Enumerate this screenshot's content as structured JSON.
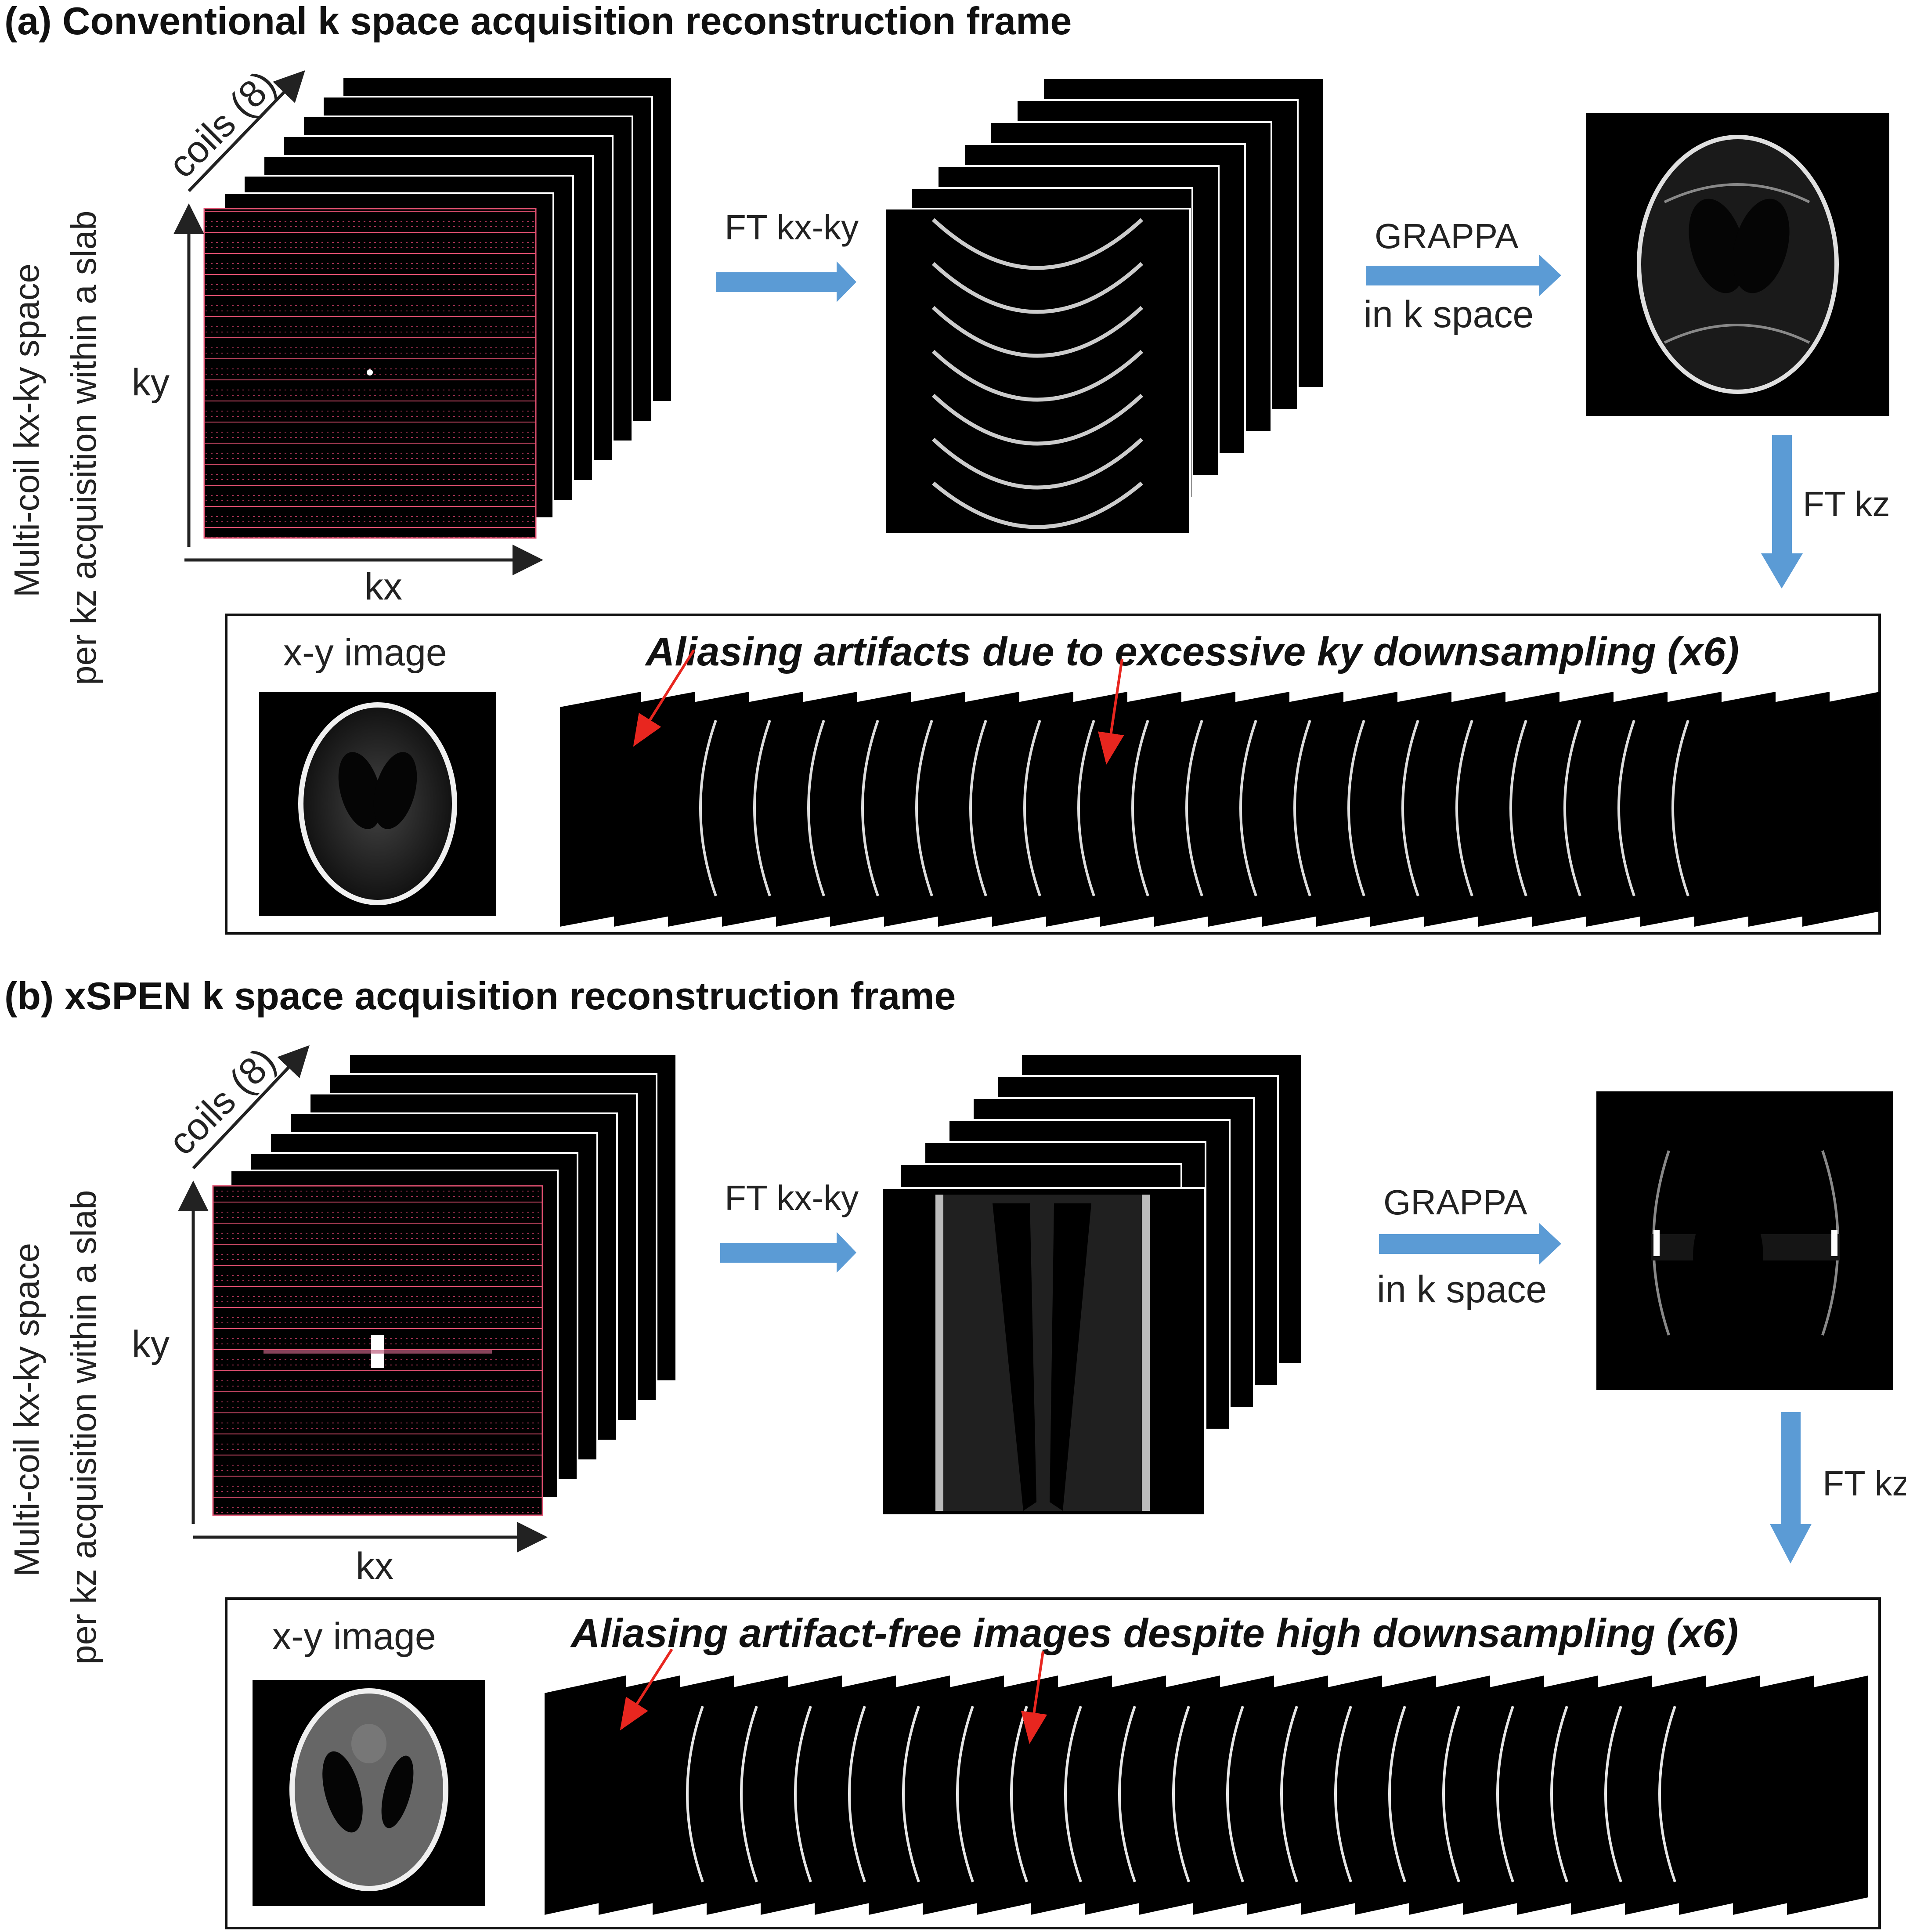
{
  "colors": {
    "flow_arrow": "#5b9bd5",
    "annotation_arrow": "#e8261f",
    "kspace_grid": "#e05070",
    "frame_border": "#111111",
    "image_background": "#000000"
  },
  "panel_a": {
    "title": "(a) Conventional k space acquisition reconstruction frame",
    "ylabel_line1": "Multi-coil kx-ky space",
    "ylabel_line2": "per kz acquisition within a slab",
    "coils": "coils (8)",
    "axis_ky": "ky",
    "axis_kx": "kx",
    "ft_kxky": "FT kx-ky",
    "grappa_line1": "GRAPPA",
    "grappa_line2": "in k space",
    "ft_kz": "FT kz",
    "xy_image": "x-y image",
    "caption": "Aliasing artifacts due to excessive ky downsampling (x6)"
  },
  "panel_b": {
    "title": "(b) xSPEN k space acquisition reconstruction frame",
    "ylabel_line1": "Multi-coil kx-ky space",
    "ylabel_line2": "per kz acquisition within a slab",
    "coils": "coils (8)",
    "axis_ky": "ky",
    "axis_kx": "kx",
    "ft_kxky": "FT kx-ky",
    "grappa_line1": "GRAPPA",
    "grappa_line2": "in k space",
    "ft_kz": "FT kz",
    "xy_image": "x-y image",
    "caption": "Aliasing artifact-free images despite high downsampling (x6)"
  },
  "icons": [
    "flow-arrow-icon",
    "annotation-arrow-icon",
    "axis-arrow-icon"
  ]
}
